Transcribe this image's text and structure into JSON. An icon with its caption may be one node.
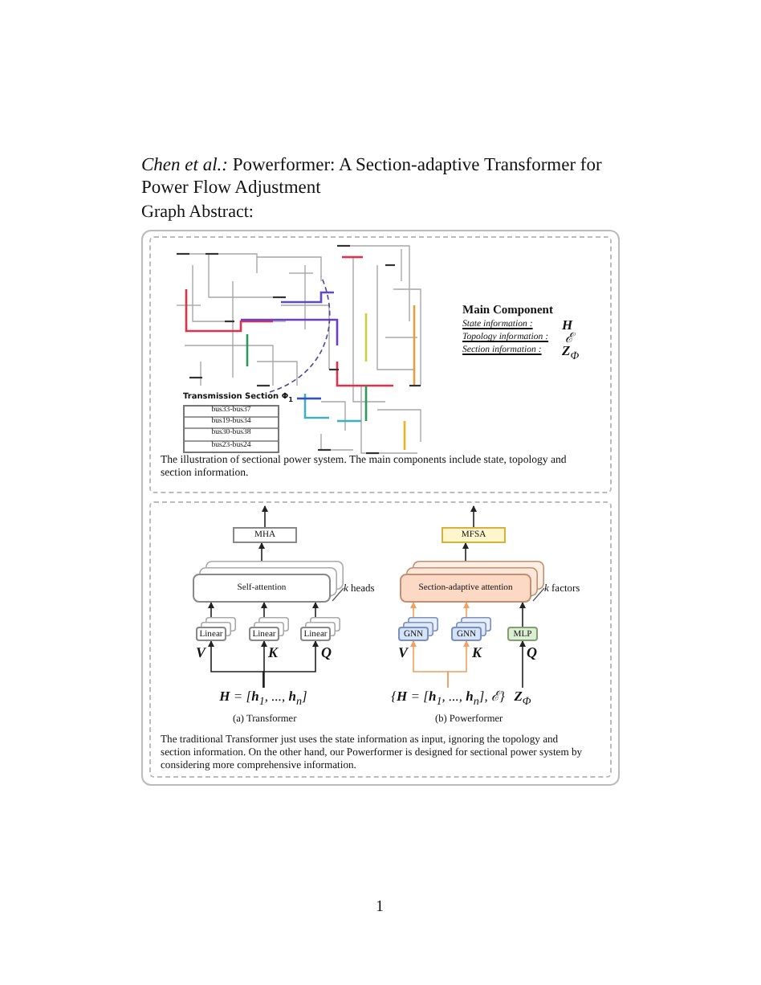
{
  "diagram": {
    "title": "*Chen et al.:* Powerformer: A Section-adaptive Transformer for Power Flow Adjustment",
    "nodes": [
      {
        "text": [
          "MHA"
        ]
      },
      {
        "text": [
          "Self-attention"
        ]
      },
      {
        "text": [
          "Linear"
        ]
      },
      {
        "text": [
          "Linear"
        ]
      },
      {
        "text": [
          "Linear"
        ]
      },
      {
        "text": [
          "**H** = [**h**$_{1}$, ..., **h**$_{n}$]"
        ]
      },
      {
        "text": [
          "MFSA"
        ]
      },
      {
        "text": [
          "Section-adaptive attention"
        ]
      },
      {
        "text": [
          "GNN"
        ]
      },
      {
        "text": [
          "GNN"
        ]
      },
      {
        "text": [
          "MLP"
        ]
      },
      {
        "text": [
          "{**H** = [**h**$_{1}$, ..., **h**$_{n}$], ℰ}"
        ]
      },
      {
        "text": [
          "**Z**$_{Φ}$"
        ]
      },
      {
        "text": [
          "Transmission Section Φ$_{1}$",
          "bus33-bus37",
          "bus19-bus34",
          "bus30-bus38",
          "bus23-bus24"
        ]
      }
    ],
    "edges": [
      {
        "from": 5,
        "to": 2,
        "arrow": "to"
      },
      {
        "from": 5,
        "to": 3,
        "arrow": "to"
      },
      {
        "from": 5,
        "to": 4,
        "arrow": "to"
      },
      {
        "from": 2,
        "to": 1,
        "arrow": "to"
      },
      {
        "from": 3,
        "to": 1,
        "arrow": "to"
      },
      {
        "from": 4,
        "to": 1,
        "arrow": "to"
      },
      {
        "from": 1,
        "to": 0,
        "arrow": "to"
      },
      {
        "from": 0,
        "to": null,
        "arrow": "to"
      },
      {
        "from": 11,
        "to": 8,
        "arrow": "to",
        "color": "#f0a060"
      },
      {
        "from": 11,
        "to": 9,
        "arrow": "to",
        "color": "#f0a060"
      },
      {
        "from": 12,
        "to": 10,
        "arrow": "to"
      },
      {
        "from": 8,
        "to": 7,
        "arrow": "to",
        "color": "#f0a060"
      },
      {
        "from": 9,
        "to": 7,
        "arrow": "to",
        "color": "#f0a060"
      },
      {
        "from": 10,
        "to": 7,
        "arrow": "to"
      },
      {
        "from": 7,
        "to": 6,
        "arrow": "to"
      },
      {
        "from": 6,
        "to": null,
        "arrow": "to"
      },
      {
        "from": 13,
        "to": null,
        "arrow": "none",
        "style": "dashed",
        "color": "#4a4a9a"
      }
    ],
    "labels": [
      "Graph Abstract:",
      "Main Component",
      "State information :",
      "H",
      "Topology information :",
      "ℰ",
      "Section information :",
      "**Z**$_{Φ}$",
      "The illustration of sectional power system. The main components include state, topology and section information.",
      "V",
      "K",
      "Q",
      "*k* heads",
      "(a) Transformer",
      "V",
      "K",
      "Q",
      "*k* factors",
      "(b) Powerformer",
      "The traditional Transformer just uses the state information as input, ignoring the topology and section information.  On the other hand, our Powerformer is designed for sectional power system by considering more comprehensive information.",
      "1"
    ]
  }
}
